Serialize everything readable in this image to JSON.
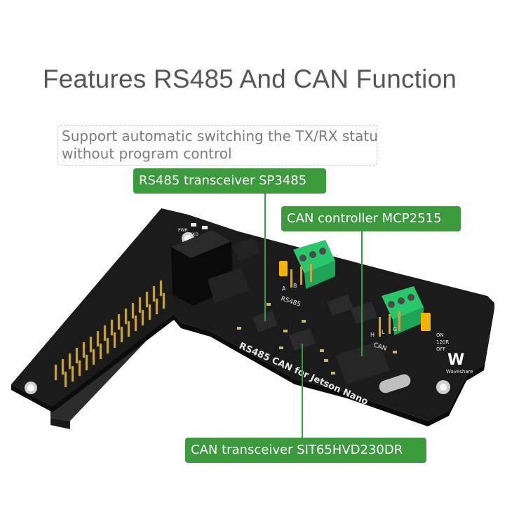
{
  "headline": "Features RS485 And CAN Function",
  "note": {
    "line1": "Support automatic switching the TX/RX status",
    "line2": "without program control"
  },
  "callouts": {
    "rs485": "RS485 transceiver SP3485",
    "can_controller": "CAN controller MCP2515",
    "can_transceiver": "CAN transceiver SIT65HVD230DR"
  },
  "board": {
    "silk_title": "RS485 CAN for Jetson Nano",
    "rs485_terminal": "RS485",
    "rs485_pins": [
      "A",
      "B"
    ],
    "can_terminal": "CAN",
    "can_pins": [
      "H",
      "L",
      "G"
    ],
    "jumper_on": "ON",
    "jumper_res": "120R",
    "jumper_off": "OFF",
    "led_pwr": "PWR",
    "led_rxd": "RXD",
    "brand": "Waveshare",
    "logo_mark": "W"
  },
  "colors": {
    "callout_green": "#3a9a3c",
    "pcb_black": "#1b1b1b",
    "terminal_green": "#2ecc71",
    "jumper_yellow": "#f4b400"
  }
}
